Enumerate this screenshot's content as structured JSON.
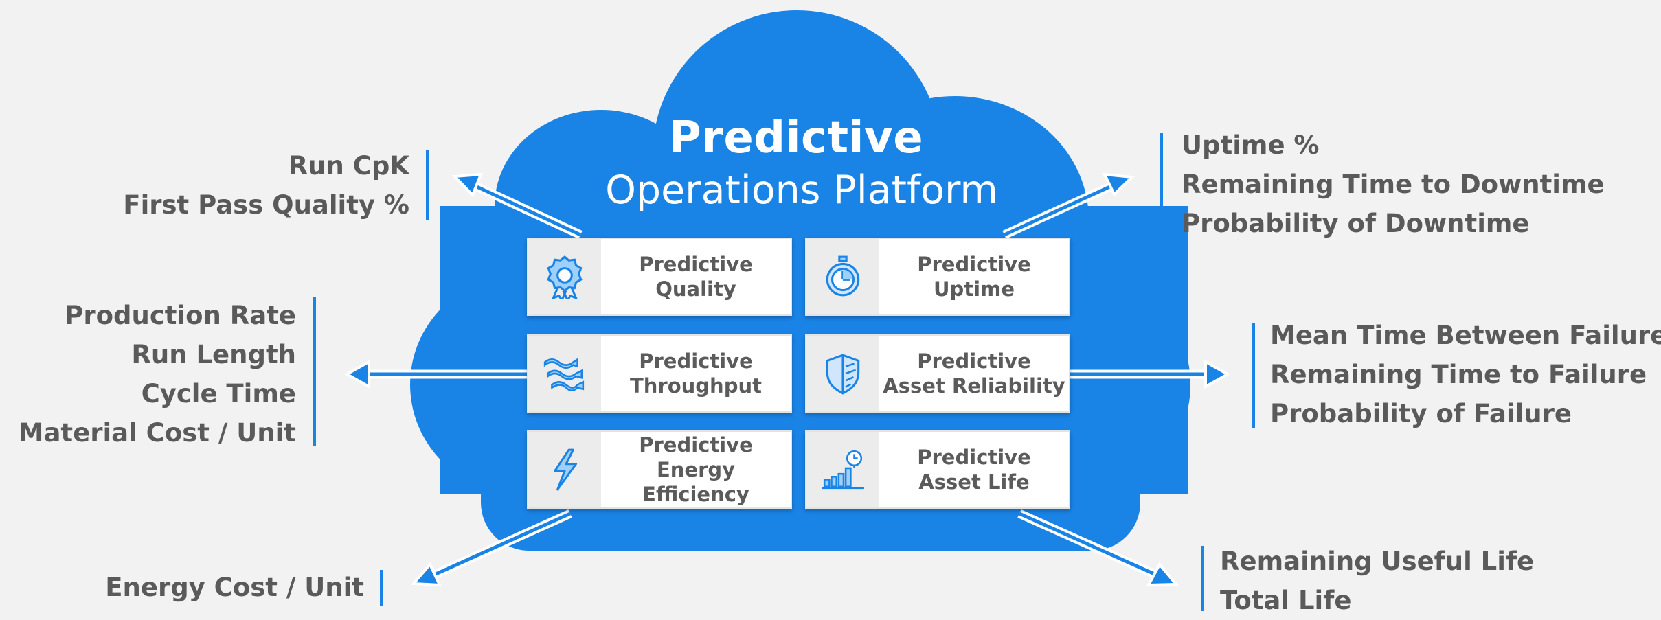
{
  "colors": {
    "accent": "#1a84e6",
    "cloud": "#1a84e6",
    "background": "#f2f2f2",
    "text": "#5a5a5a"
  },
  "platform": {
    "title": "Predictive",
    "subtitle": "Operations Platform"
  },
  "modules": [
    {
      "line1": "Predictive",
      "line2": "Quality",
      "icon": "award-ribbon-icon"
    },
    {
      "line1": "Predictive",
      "line2": "Uptime",
      "icon": "stopwatch-icon"
    },
    {
      "line1": "Predictive",
      "line2": "Throughput",
      "icon": "flow-waves-icon"
    },
    {
      "line1": "Predictive",
      "line2": "Asset Reliability",
      "icon": "shield-icon"
    },
    {
      "line1": "Predictive",
      "line2": "Energy Efficiency",
      "icon": "lightning-bolt-icon"
    },
    {
      "line1": "Predictive",
      "line2": "Asset Life",
      "icon": "bar-chart-clock-icon"
    }
  ],
  "metrics": {
    "quality": [
      "Run CpK",
      "First Pass Quality %"
    ],
    "throughput": [
      "Production Rate",
      "Run Length",
      "Cycle Time",
      "Material Cost / Unit"
    ],
    "energy": [
      "Energy Cost / Unit"
    ],
    "uptime": [
      "Uptime %",
      "Remaining Time to Downtime",
      "Probability of Downtime"
    ],
    "reliability": [
      "Mean Time Between Failure",
      "Remaining Time to Failure",
      "Probability of Failure"
    ],
    "life": [
      "Remaining Useful Life",
      "Total Life"
    ]
  }
}
